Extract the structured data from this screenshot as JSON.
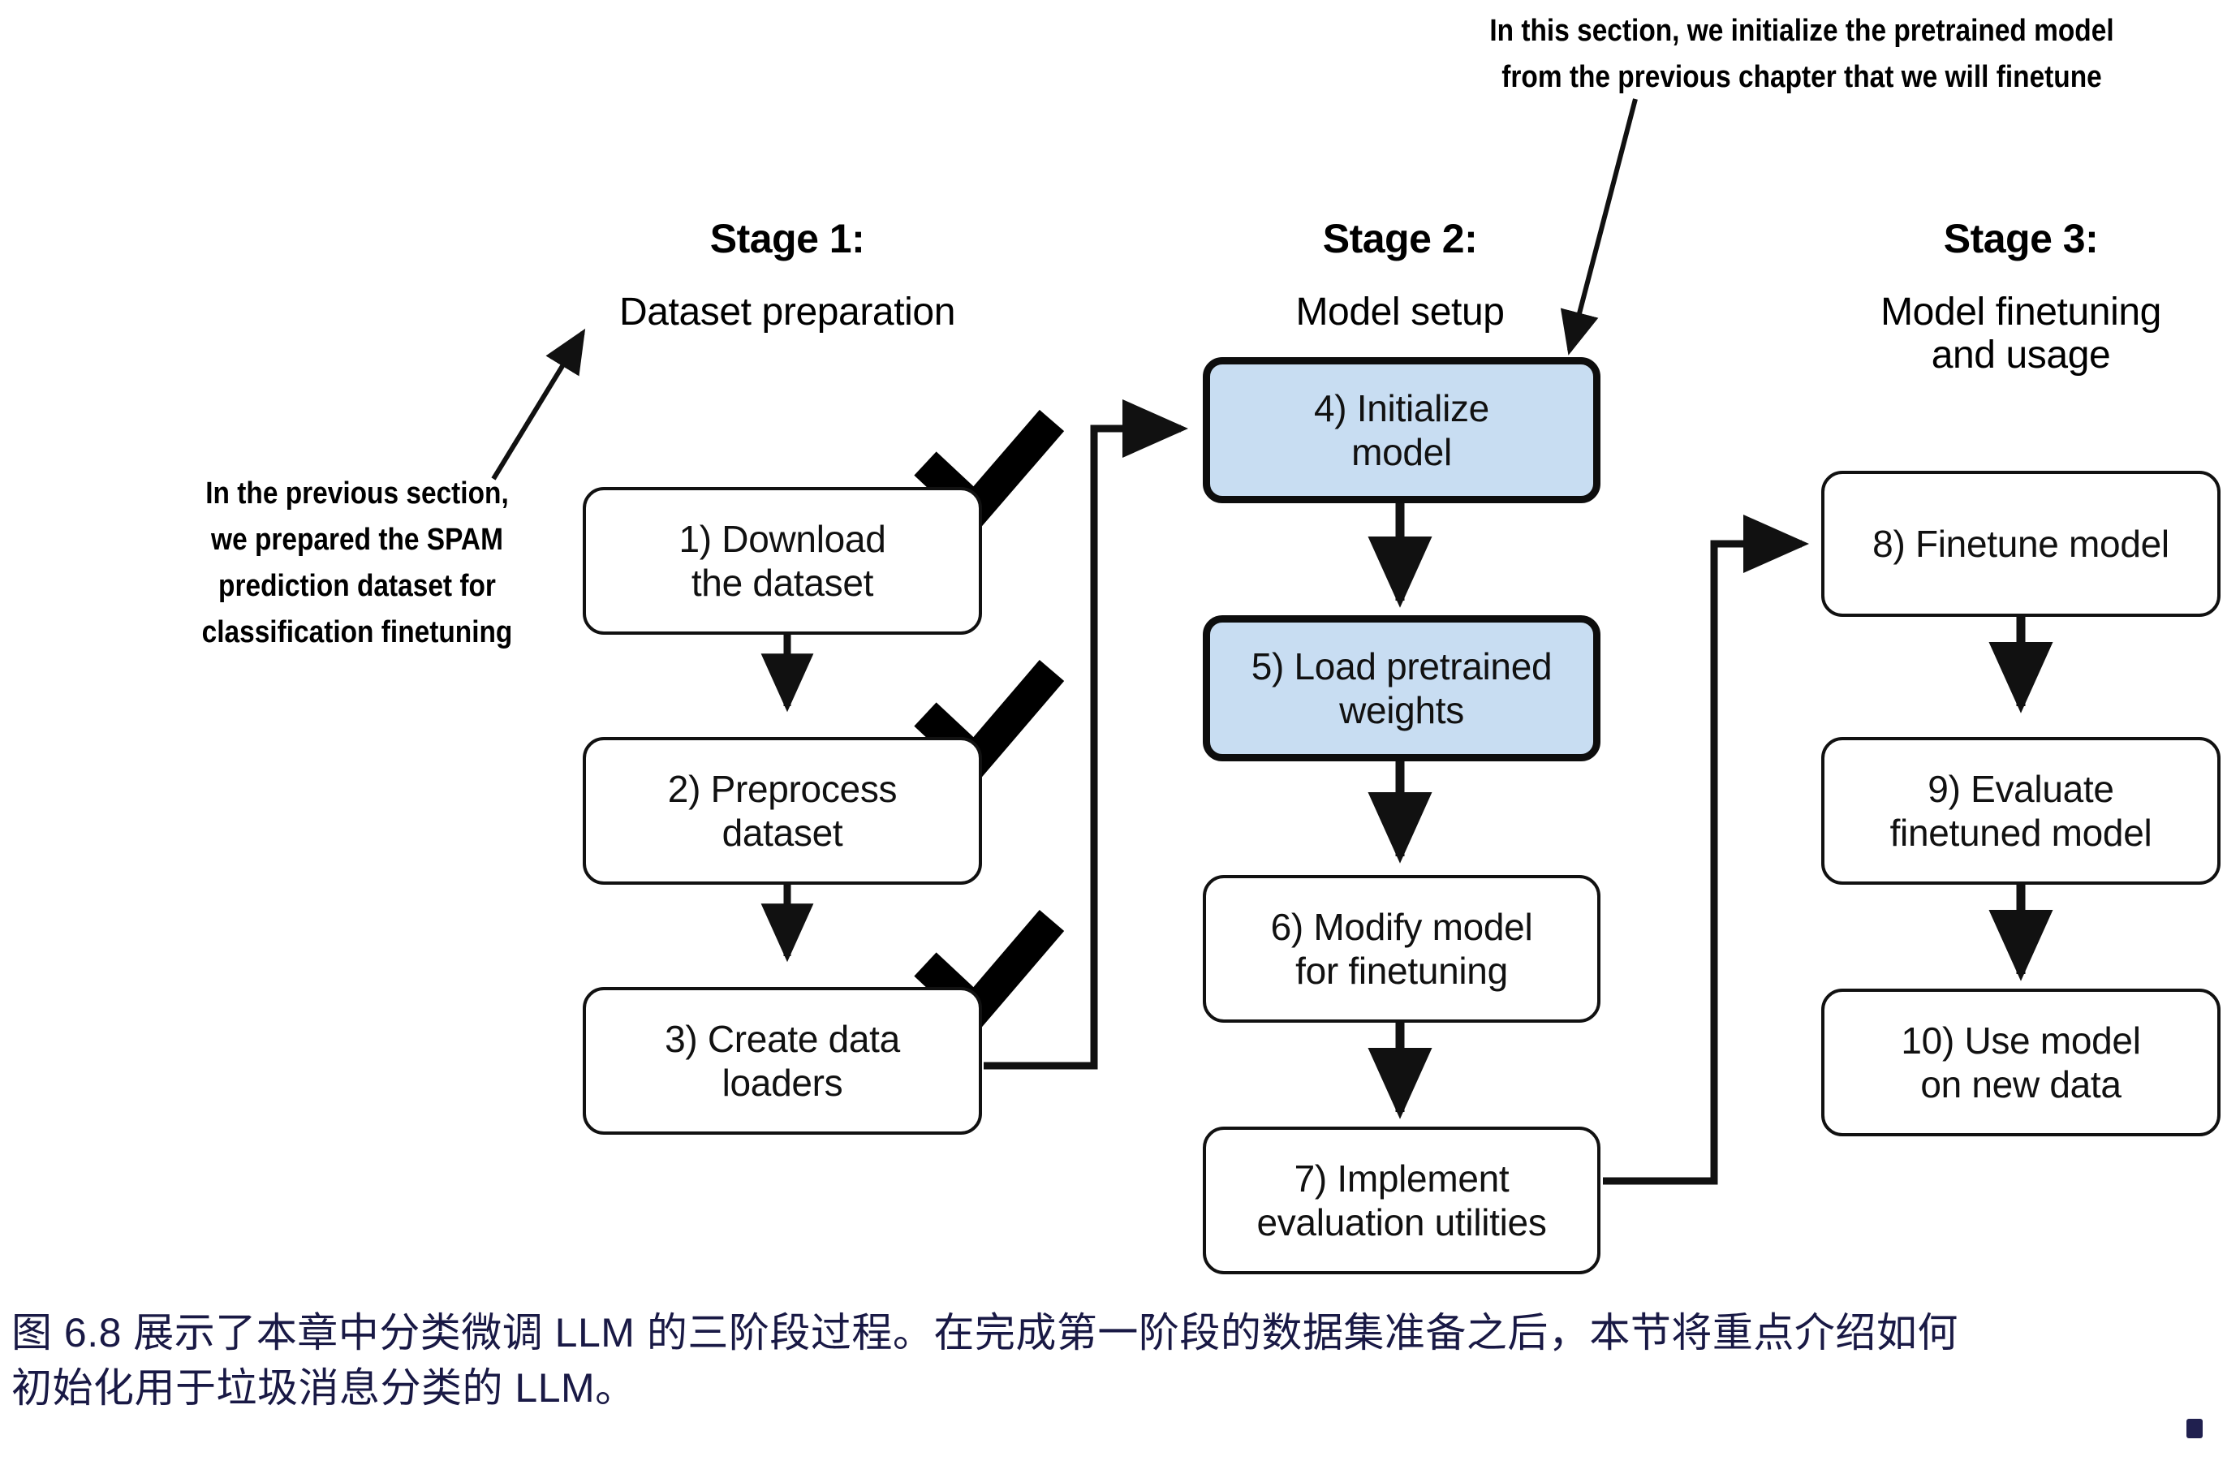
{
  "figure": {
    "stages": [
      {
        "id": "stage-1",
        "title": "Stage 1:",
        "subtitle": "Dataset preparation"
      },
      {
        "id": "stage-2",
        "title": "Stage 2:",
        "subtitle": "Model setup"
      },
      {
        "id": "stage-3",
        "title": "Stage 3:",
        "subtitle": "Model finetuning\nand usage"
      }
    ],
    "steps": [
      {
        "id": "step-1",
        "label": "1) Download\nthe dataset",
        "stage": "stage-1",
        "highlight": false,
        "done": true
      },
      {
        "id": "step-2",
        "label": "2) Preprocess\ndataset",
        "stage": "stage-1",
        "highlight": false,
        "done": true
      },
      {
        "id": "step-3",
        "label": "3) Create data\nloaders",
        "stage": "stage-1",
        "highlight": false,
        "done": true
      },
      {
        "id": "step-4",
        "label": "4) Initialize\nmodel",
        "stage": "stage-2",
        "highlight": true,
        "done": false
      },
      {
        "id": "step-5",
        "label": "5) Load pretrained\nweights",
        "stage": "stage-2",
        "highlight": true,
        "done": false
      },
      {
        "id": "step-6",
        "label": "6) Modify model\nfor finetuning",
        "stage": "stage-2",
        "highlight": false,
        "done": false
      },
      {
        "id": "step-7",
        "label": "7) Implement\nevaluation utilities",
        "stage": "stage-2",
        "highlight": false,
        "done": false
      },
      {
        "id": "step-8",
        "label": "8) Finetune model",
        "stage": "stage-3",
        "highlight": false,
        "done": false
      },
      {
        "id": "step-9",
        "label": "9) Evaluate\nfinetuned model",
        "stage": "stage-3",
        "highlight": false,
        "done": false
      },
      {
        "id": "step-10",
        "label": "10) Use model\non new data",
        "stage": "stage-3",
        "highlight": false,
        "done": false
      }
    ],
    "annotations": {
      "left": "In the previous section,\nwe prepared the SPAM\nprediction dataset for\nclassification finetuning",
      "top": "In this section, we initialize the pretrained model\nfrom the previous chapter that we will finetune"
    },
    "caption": "图 6.8 展示了本章中分类微调 LLM 的三阶段过程。在完成第一阶段的数据集准备之后，本节将重点介绍如何\n初始化用于垃圾消息分类的 LLM。",
    "colors": {
      "highlight_fill": "#c8ddf2",
      "stroke": "#111111",
      "caption_text": "#191945",
      "background": "#ffffff"
    }
  }
}
